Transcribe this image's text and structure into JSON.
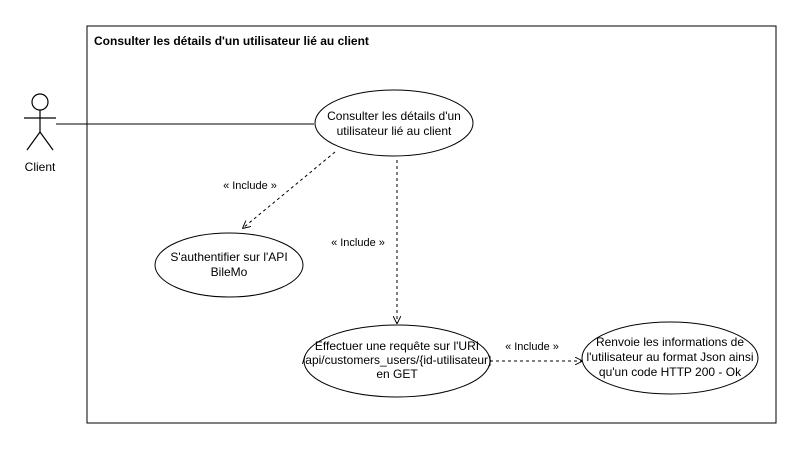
{
  "system": {
    "title": "Consulter les détails d'un utilisateur lié au client"
  },
  "actor": {
    "name": "Client"
  },
  "use_cases": {
    "main": {
      "line1": "Consulter les détails d'un",
      "line2": "utilisateur lié au client"
    },
    "auth": {
      "line1": "S'authentifier sur l'API",
      "line2": "BileMo"
    },
    "request": {
      "line1": "Effectuer une requête sur l'URI",
      "line2": "/api/customers_users/{id-utilisateur}",
      "line3": "en GET"
    },
    "response": {
      "line1": "Renvoie les informations de",
      "line2": "l'utilisateur au format Json ainsi",
      "line3": "qu'un code HTTP 200 - Ok"
    }
  },
  "relations": {
    "include_auth": "« Include »",
    "include_request": "« Include »",
    "include_response": "« Include »"
  }
}
